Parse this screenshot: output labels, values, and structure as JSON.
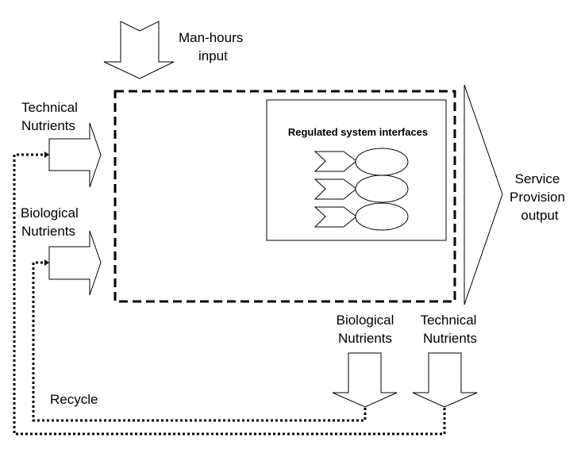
{
  "labels": {
    "manhours_line1": "Man-hours",
    "manhours_line2": "input",
    "tech_in_line1": "Technical",
    "tech_in_line2": "Nutrients",
    "bio_in_line1": "Biological",
    "bio_in_line2": "Nutrients",
    "service_line1": "Service",
    "service_line2": "Provision",
    "service_line3": "output",
    "regulated": "Regulated system interfaces",
    "bio_out_line1": "Biological",
    "bio_out_line2": "Nutrients",
    "tech_out_line1": "Technical",
    "tech_out_line2": "Nutrients",
    "recycle": "Recycle"
  },
  "colors": {
    "stroke": "#000000",
    "fill": "#ffffff"
  }
}
